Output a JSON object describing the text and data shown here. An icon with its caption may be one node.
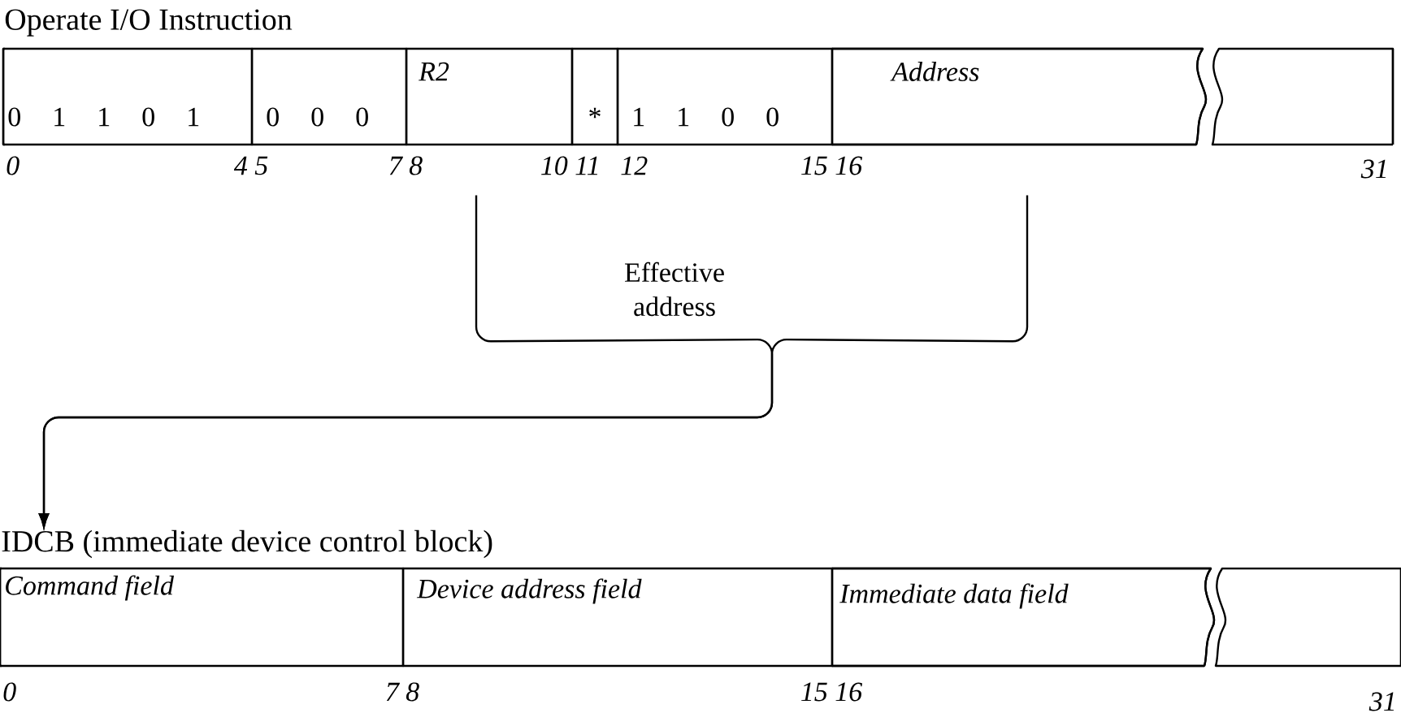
{
  "diagram": {
    "nodes": [
      {
        "text": [
          "Operate I/O Instruction"
        ]
      },
      {
        "text": [
          "0 1 1 0 1"
        ],
        "in": 0,
        "beside": [
          "0",
          "4"
        ]
      },
      {
        "text": [
          "0 0 0"
        ],
        "in": 0,
        "beside": [
          "5",
          "7"
        ]
      },
      {
        "text": [
          "R2"
        ],
        "in": 0,
        "beside": [
          "8",
          "10"
        ]
      },
      {
        "text": [
          "*"
        ],
        "in": 0,
        "beside": [
          "11"
        ]
      },
      {
        "text": [
          "1 1 0 0"
        ],
        "in": 0,
        "beside": [
          "12",
          "15"
        ]
      },
      {
        "text": [
          "Address"
        ],
        "in": 0,
        "beside": [
          "16"
        ]
      },
      {
        "text": [],
        "shape": "box",
        "in": 0,
        "beside": [
          "31"
        ]
      },
      {
        "text": [
          "IDCB (immediate device control block)"
        ]
      },
      {
        "text": [
          "Command field"
        ],
        "in": 8,
        "beside": [
          "0",
          "7"
        ]
      },
      {
        "text": [
          "Device address field"
        ],
        "in": 8,
        "beside": [
          "8",
          "15"
        ]
      },
      {
        "text": [
          "Immediate data field"
        ],
        "in": 8,
        "beside": [
          "16"
        ]
      },
      {
        "text": [],
        "shape": "box",
        "in": 8,
        "beside": [
          "31"
        ]
      }
    ],
    "edges": [
      {
        "from": 3,
        "to": 8,
        "arrow": "to",
        "label": "Effective address"
      },
      {
        "from": 6,
        "to": 8,
        "arrow": "to"
      }
    ]
  }
}
